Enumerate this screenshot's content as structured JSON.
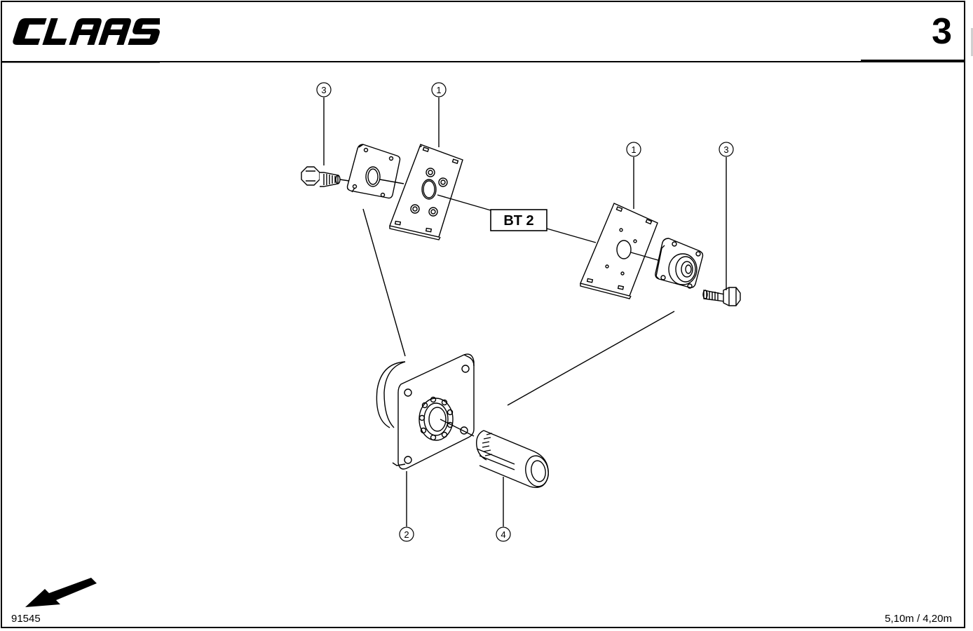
{
  "header": {
    "brand": "CLAAS",
    "page_number": "3"
  },
  "footer": {
    "doc_id": "91545",
    "dimensions": "5,10m / 4,20m"
  },
  "diagram": {
    "reference_box": "BT 2",
    "callouts": [
      "1",
      "2",
      "3",
      "4",
      "1",
      "3"
    ],
    "icons": {
      "direction": "arrow-down-left-icon",
      "brand": "claas-logo"
    }
  }
}
